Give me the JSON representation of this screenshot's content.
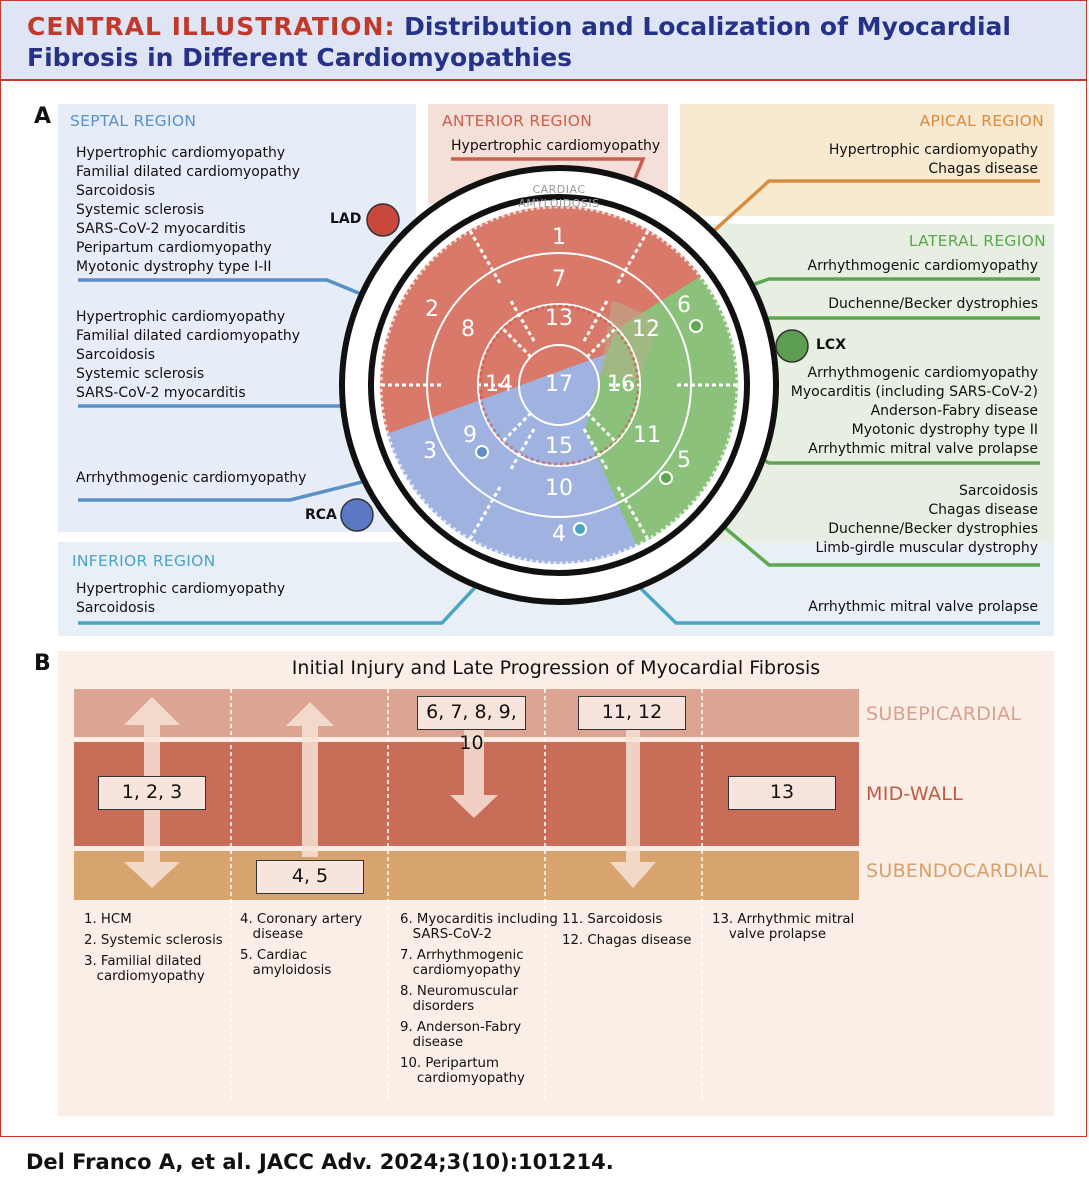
{
  "header": {
    "prefix": "CENTRAL ILLUSTRATION:",
    "title": "Distribution and Localization of Myocardial Fibrosis in Different Cardiomyopathies"
  },
  "panel_a": {
    "letter": "A",
    "septal": {
      "label": "SEPTAL REGION",
      "group1": [
        "Hypertrophic cardiomyopathy",
        "Familial dilated cardiomyopathy",
        "Sarcoidosis",
        "Systemic sclerosis",
        "SARS-CoV-2 myocarditis",
        "Peripartum cardiomyopathy",
        "Myotonic dystrophy type I-II"
      ],
      "group2": [
        "Hypertrophic cardiomyopathy",
        "Familial dilated cardiomyopathy",
        "Sarcoidosis",
        "Systemic sclerosis",
        "SARS-CoV-2 myocarditis"
      ],
      "group3": [
        "Arrhythmogenic cardiomyopathy"
      ]
    },
    "anterior": {
      "label": "ANTERIOR REGION",
      "items": [
        "Hypertrophic cardiomyopathy"
      ]
    },
    "apical": {
      "label": "APICAL REGION",
      "items": [
        "Hypertrophic cardiomyopathy",
        "Chagas disease"
      ]
    },
    "lateral": {
      "label": "LATERAL REGION",
      "group1": [
        "Arrhythmogenic cardiomyopathy"
      ],
      "group2": [
        "Duchenne/Becker dystrophies"
      ],
      "group3": [
        "Arrhythmogenic cardiomyopathy",
        "Myocarditis (including SARS-CoV-2)",
        "Anderson-Fabry disease",
        "Myotonic dystrophy type II",
        "Arrhythmic mitral valve prolapse"
      ],
      "group4": [
        "Sarcoidosis",
        "Chagas disease",
        "Duchenne/Becker dystrophies",
        "Limb-girdle muscular dystrophy"
      ]
    },
    "inferior": {
      "label": "INFERIOR REGION",
      "left": [
        "Hypertrophic cardiomyopathy",
        "Sarcoidosis"
      ],
      "right": [
        "Arrhythmic mitral valve prolapse"
      ]
    },
    "arteries": {
      "lad": "LAD",
      "lcx": "LCX",
      "rca": "RCA"
    },
    "ring_label": [
      "CARDIAC",
      "AMYLOIDOSIS"
    ],
    "segments": [
      "1",
      "2",
      "3",
      "4",
      "5",
      "6",
      "7",
      "8",
      "9",
      "10",
      "11",
      "12",
      "13",
      "14",
      "15",
      "16",
      "17"
    ],
    "colors": {
      "septal": "#d9796a",
      "lateral": "#8bc17a",
      "inferior": "#9fb2e0",
      "lad": "#c9483b",
      "lcx": "#5d9e52",
      "rca": "#5b78c5"
    }
  },
  "panel_b": {
    "letter": "B",
    "title": "Initial Injury and Late Progression of Myocardial Fibrosis",
    "layers": [
      "SUBEPICARDIAL",
      "MID-WALL",
      "SUBENDOCARDIAL"
    ],
    "boxes": [
      "1, 2, 3",
      "4, 5",
      "6, 7, 8, 9, 10",
      "11, 12",
      "13"
    ],
    "legend": [
      [
        "1. HCM",
        "2. Systemic sclerosis",
        "3. Familial dilated\n   cardiomyopathy"
      ],
      [
        "4. Coronary artery\n   disease",
        "5. Cardiac\n   amyloidosis"
      ],
      [
        "6. Myocarditis including\n   SARS-CoV-2",
        "7. Arrhythmogenic\n   cardiomyopathy",
        "8. Neuromuscular\n   disorders",
        "9. Anderson-Fabry\n   disease",
        "10. Peripartum\n    cardiomyopathy"
      ],
      [
        "11. Sarcoidosis",
        "12. Chagas disease"
      ],
      [
        "13. Arrhythmic mitral\n    valve prolapse"
      ]
    ]
  },
  "citation": "Del Franco A, et al. JACC Adv. 2024;3(10):101214."
}
